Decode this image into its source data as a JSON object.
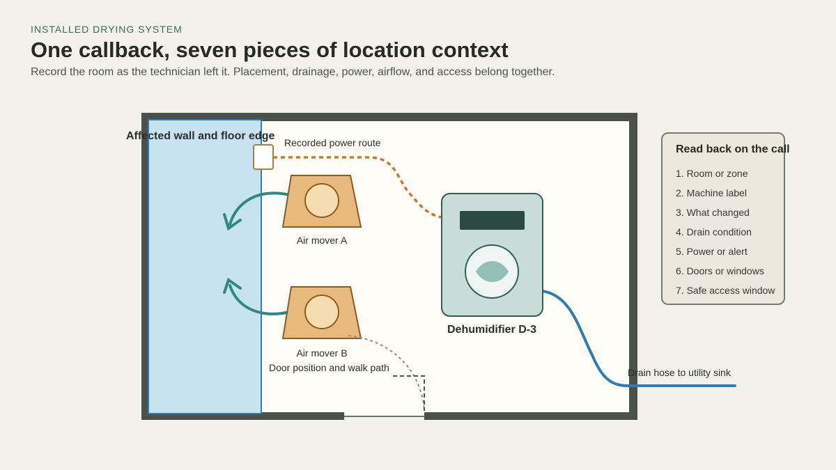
{
  "header": {
    "eyebrow": "INSTALLED DRYING SYSTEM",
    "title": "One callback, seven pieces of location context",
    "subtitle": "Record the room as the technician left it. Placement, drainage, power, airflow, and access belong together."
  },
  "plan": {
    "affected_zone_label": "Affected wall and floor edge",
    "power_label": "Recorded power route",
    "air_mover_a": "Air mover A",
    "air_mover_b": "Air mover B",
    "door_label": "Door position and walk path",
    "dehumidifier_label": "Dehumidifier D-3",
    "drain_label": "Drain hose to utility sink"
  },
  "checklist": {
    "title": "Read back on the call",
    "items": [
      "1. Room or zone",
      "2. Machine label",
      "3. What changed",
      "4. Drain condition",
      "5. Power or alert",
      "6. Doors or windows",
      "7. Safe access window"
    ]
  },
  "colors": {
    "wall": "#4b514a",
    "affected_zone": "#c7e3ef",
    "power_route": "#c77b2a",
    "airflow": "#2e8a7c",
    "drain_hose": "#2f7db5",
    "dehumidifier": "#c8ddd7",
    "air_mover": "#e7b97b"
  }
}
